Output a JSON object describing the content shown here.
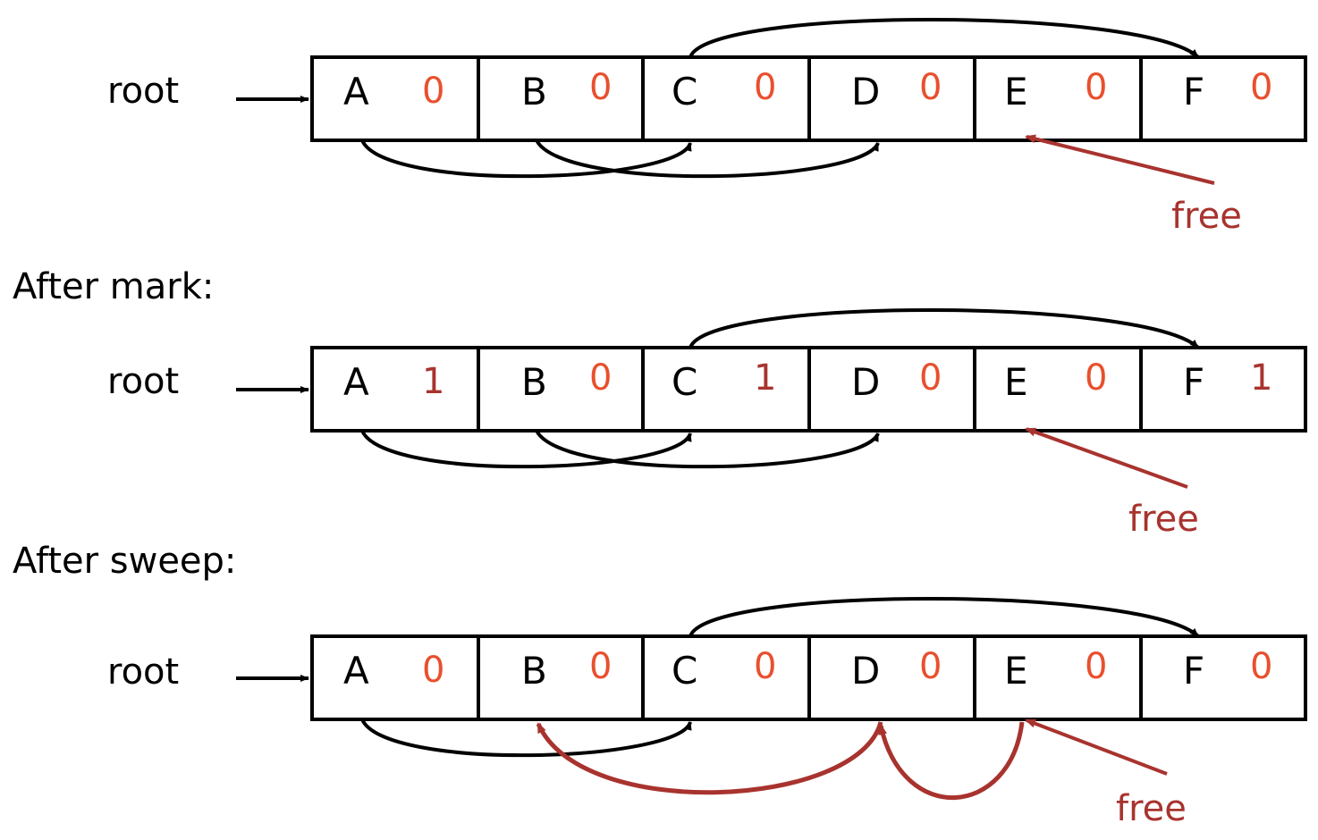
{
  "colors": {
    "text": "#000000",
    "mark_zero": "#e8502e",
    "mark_one": "#a8332e",
    "free_pointer": "#a8332e"
  },
  "root_label": "root",
  "free_label": "free",
  "rows": [
    {
      "heading": "",
      "cells": [
        {
          "letter": "A",
          "mark": "0"
        },
        {
          "letter": "B",
          "mark": "0"
        },
        {
          "letter": "C",
          "mark": "0"
        },
        {
          "letter": "D",
          "mark": "0"
        },
        {
          "letter": "E",
          "mark": "0"
        },
        {
          "letter": "F",
          "mark": "0"
        }
      ]
    },
    {
      "heading": "After mark:",
      "cells": [
        {
          "letter": "A",
          "mark": "1"
        },
        {
          "letter": "B",
          "mark": "0"
        },
        {
          "letter": "C",
          "mark": "1"
        },
        {
          "letter": "D",
          "mark": "0"
        },
        {
          "letter": "E",
          "mark": "0"
        },
        {
          "letter": "F",
          "mark": "1"
        }
      ]
    },
    {
      "heading": "After sweep:",
      "cells": [
        {
          "letter": "A",
          "mark": "0"
        },
        {
          "letter": "B",
          "mark": "0"
        },
        {
          "letter": "C",
          "mark": "0"
        },
        {
          "letter": "D",
          "mark": "0"
        },
        {
          "letter": "E",
          "mark": "0"
        },
        {
          "letter": "F",
          "mark": "0"
        }
      ]
    }
  ]
}
